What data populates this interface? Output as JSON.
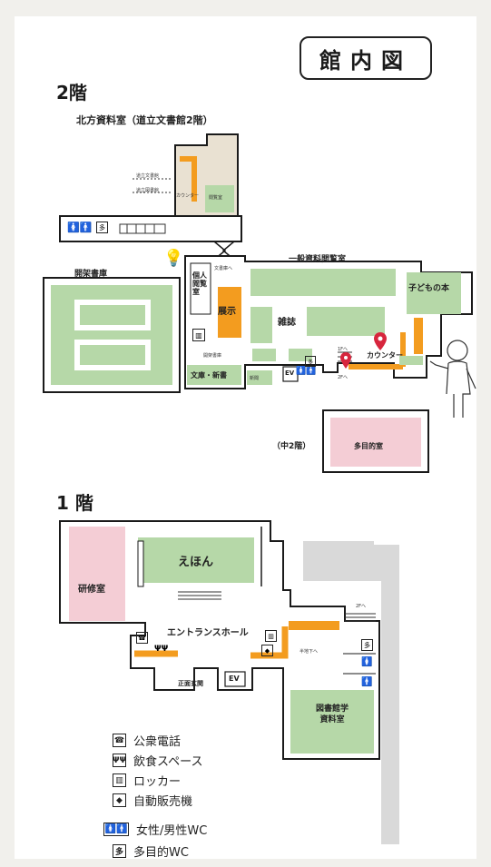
{
  "title": "館内図",
  "floor2": {
    "heading": "2階",
    "north_room": "北方資料室（道立文書館2階）",
    "north_small_1": "道立文書館",
    "north_small_2": "道立図書館",
    "north_counter": "カウンター",
    "north_reading": "閲覧室",
    "open_stacks": "開架書庫",
    "general_reading": "一般資料閲覧室",
    "kids_books": "子どもの本",
    "private_reading": "個人閲覧室",
    "exhibit": "展示",
    "magazines": "雑誌",
    "bunko": "文庫・新書",
    "counter": "カウンター",
    "newspaper": "新聞",
    "to_2f": "2Fへ",
    "to_1f": "1Fへ",
    "ev": "EV",
    "mezzanine": "（中2階）",
    "multipurpose": "多目的室",
    "stack_to": "文書庫へ",
    "open_stack_small": "開架書庫"
  },
  "floor1": {
    "heading": "1 階",
    "training": "研修室",
    "ehon": "えほん",
    "entrance_hall": "エントランスホール",
    "main_entrance": "正面玄関",
    "ev": "EV",
    "to_2f": "2Fへ",
    "to_b1": "半地下へ",
    "library_studies": "図書館学\n資料室"
  },
  "legend": [
    {
      "icon": "phone-icon",
      "glyph": "☎",
      "label": "公衆電話"
    },
    {
      "icon": "dining-icon",
      "glyph": "ΨΨ",
      "label": "飲食スペース"
    },
    {
      "icon": "locker-icon",
      "glyph": "▥",
      "label": "ロッカー"
    },
    {
      "icon": "vending-icon",
      "glyph": "◆",
      "label": "自動販売機"
    },
    {
      "icon": "restroom-icon",
      "glyph": "🚺🚹",
      "label": "女性/男性WC"
    },
    {
      "icon": "multipurpose-wc-icon",
      "glyph": "多",
      "label": "多目的WC"
    }
  ],
  "colors": {
    "room_green": "#b6d8a8",
    "room_pink": "#f4cdd5",
    "corridor_orange": "#f39c1f",
    "north_beige": "#e9e1d2",
    "pin_red": "#d7263d",
    "wall": "#1a1a1a"
  }
}
